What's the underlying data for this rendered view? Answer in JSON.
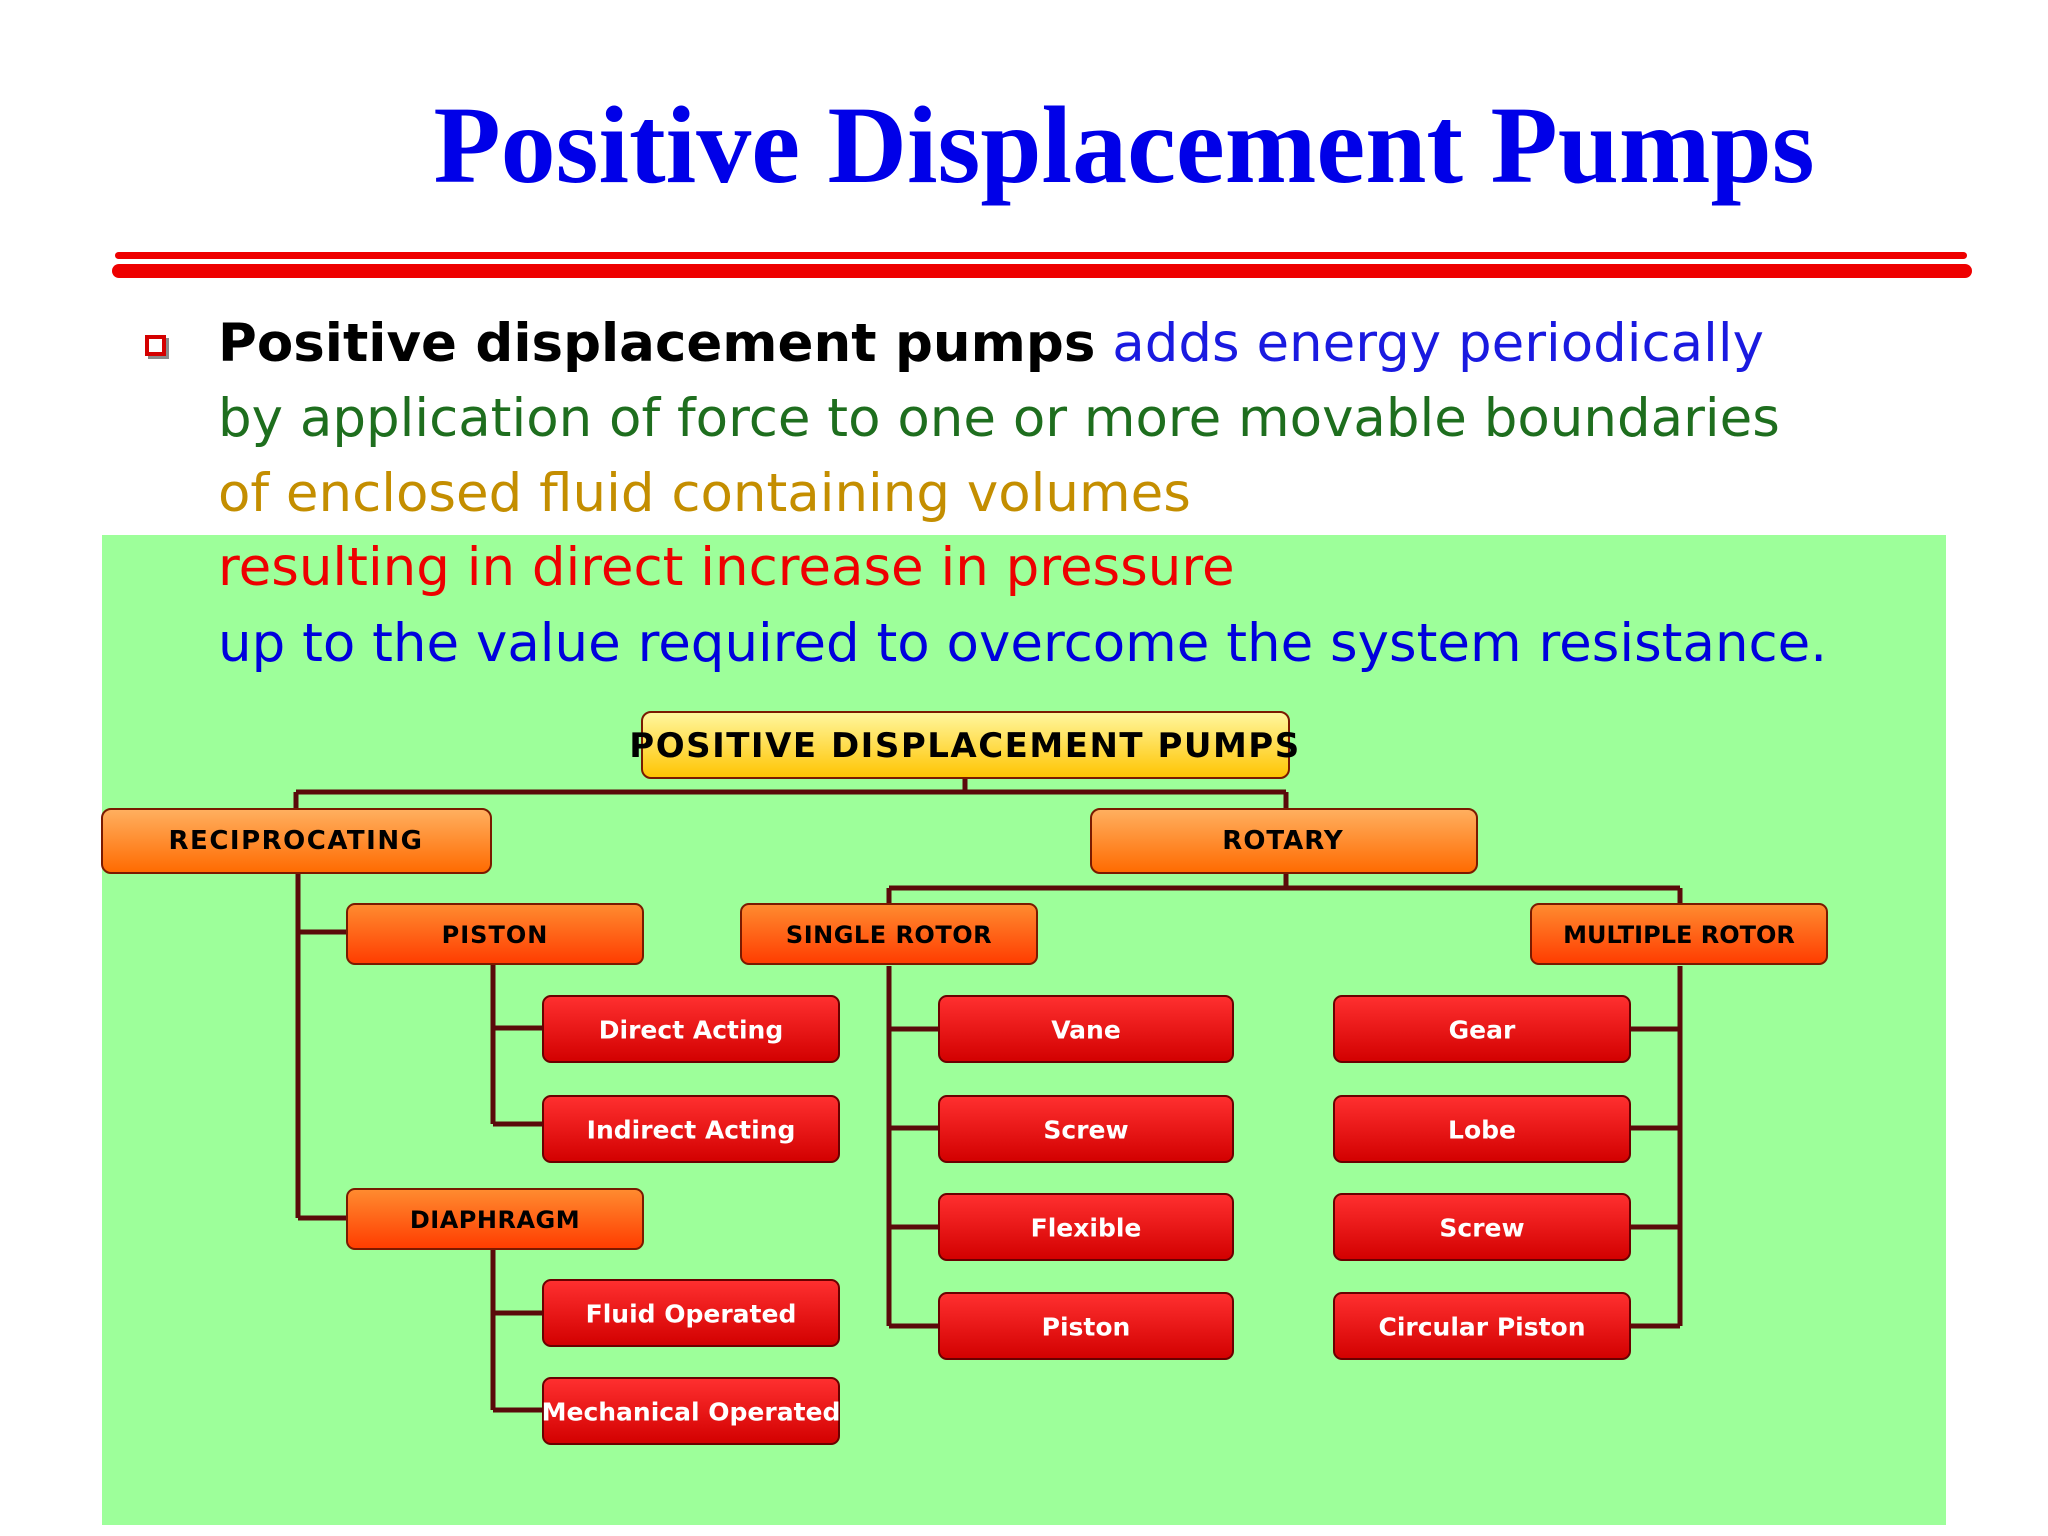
{
  "title": "Positive Displacement Pumps",
  "definition": {
    "term": "Positive displacement pumps",
    "line1_rest": " adds energy periodically",
    "line2": "by application of force to one or more movable boundaries",
    "line3": "of enclosed fluid containing volumes",
    "line4": "resulting in direct increase in pressure",
    "line5": "up to the value required to overcome the system resistance."
  },
  "tree": {
    "root": "POSITIVE DISPLACEMENT PUMPS",
    "reciprocating": {
      "label": "RECIPROCATING",
      "piston": {
        "label": "PISTON",
        "children": [
          "Direct Acting",
          "Indirect Acting"
        ]
      },
      "diaphragm": {
        "label": "DIAPHRAGM",
        "children": [
          "Fluid Operated",
          "Mechanical Operated"
        ]
      }
    },
    "rotary": {
      "label": "ROTARY",
      "single_rotor": {
        "label": "SINGLE ROTOR",
        "children": [
          "Vane",
          "Screw",
          "Flexible",
          "Piston"
        ]
      },
      "multiple_rotor": {
        "label": "MULTIPLE ROTOR",
        "children": [
          "Gear",
          "Lobe",
          "Screw",
          "Circular Piston"
        ]
      }
    }
  },
  "colors": {
    "title": "#0000e8",
    "rule": "#ee0000",
    "panel": "#9dff9a",
    "connector": "#5a0a0a",
    "root_fill": "#ffe04a",
    "level1_fill": "#ff8a22",
    "level2_fill": "#ff5a10",
    "leaf_fill": "#e80000"
  }
}
